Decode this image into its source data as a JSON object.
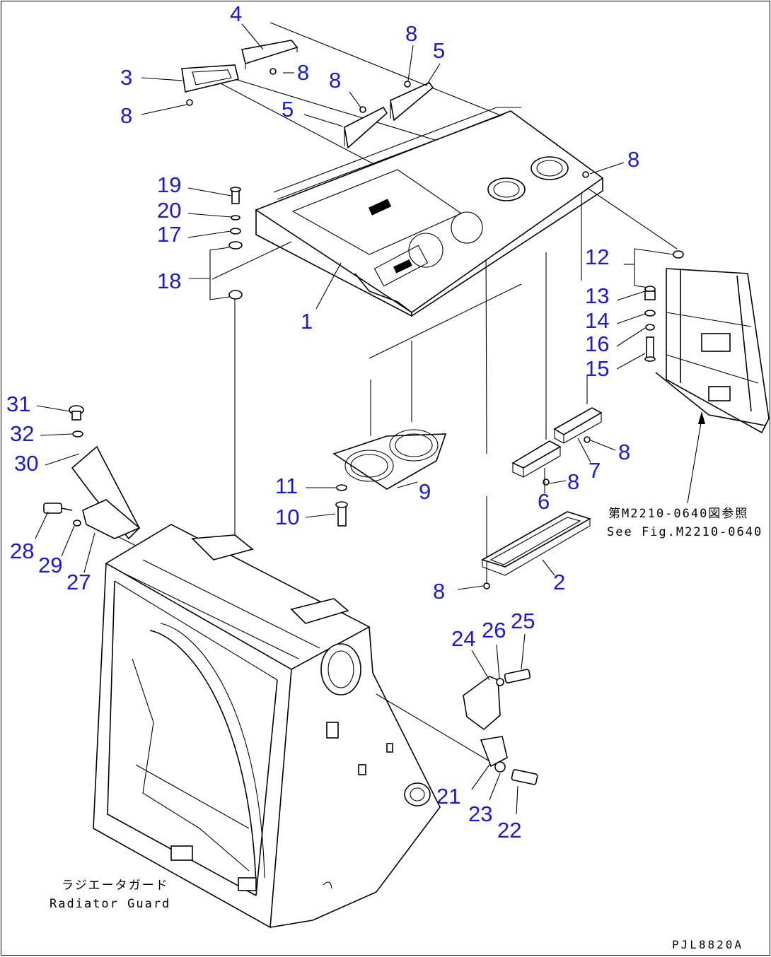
{
  "callouts": [
    {
      "id": "c4",
      "label": "4"
    },
    {
      "id": "c8a",
      "label": "8"
    },
    {
      "id": "c5a",
      "label": "5"
    },
    {
      "id": "c3",
      "label": "3"
    },
    {
      "id": "c8b",
      "label": "8"
    },
    {
      "id": "c8c",
      "label": "8"
    },
    {
      "id": "c5b",
      "label": "5"
    },
    {
      "id": "c8d",
      "label": "8"
    },
    {
      "id": "c8e",
      "label": "8"
    },
    {
      "id": "c19",
      "label": "19"
    },
    {
      "id": "c20",
      "label": "20"
    },
    {
      "id": "c17",
      "label": "17"
    },
    {
      "id": "c18",
      "label": "18"
    },
    {
      "id": "c1",
      "label": "1"
    },
    {
      "id": "c12",
      "label": "12"
    },
    {
      "id": "c13",
      "label": "13"
    },
    {
      "id": "c14",
      "label": "14"
    },
    {
      "id": "c16",
      "label": "16"
    },
    {
      "id": "c15",
      "label": "15"
    },
    {
      "id": "c31",
      "label": "31"
    },
    {
      "id": "c32",
      "label": "32"
    },
    {
      "id": "c30",
      "label": "30"
    },
    {
      "id": "c11",
      "label": "11"
    },
    {
      "id": "c10",
      "label": "10"
    },
    {
      "id": "c9",
      "label": "9"
    },
    {
      "id": "c8f",
      "label": "8"
    },
    {
      "id": "c7",
      "label": "7"
    },
    {
      "id": "c8g",
      "label": "8"
    },
    {
      "id": "c6",
      "label": "6"
    },
    {
      "id": "c28",
      "label": "28"
    },
    {
      "id": "c29",
      "label": "29"
    },
    {
      "id": "c27",
      "label": "27"
    },
    {
      "id": "c8h",
      "label": "8"
    },
    {
      "id": "c2",
      "label": "2"
    },
    {
      "id": "c24",
      "label": "24"
    },
    {
      "id": "c26",
      "label": "26"
    },
    {
      "id": "c25",
      "label": "25"
    },
    {
      "id": "c21",
      "label": "21"
    },
    {
      "id": "c23",
      "label": "23"
    },
    {
      "id": "c22",
      "label": "22"
    }
  ],
  "notes": {
    "see_fig_jp": "第M2210-0640図参照",
    "see_fig_en": "See Fig.M2210-0640",
    "radiator_guard_jp": "ラジエータガード",
    "radiator_guard_en": "Radiator Guard",
    "drawing_code": "PJL8820A"
  }
}
